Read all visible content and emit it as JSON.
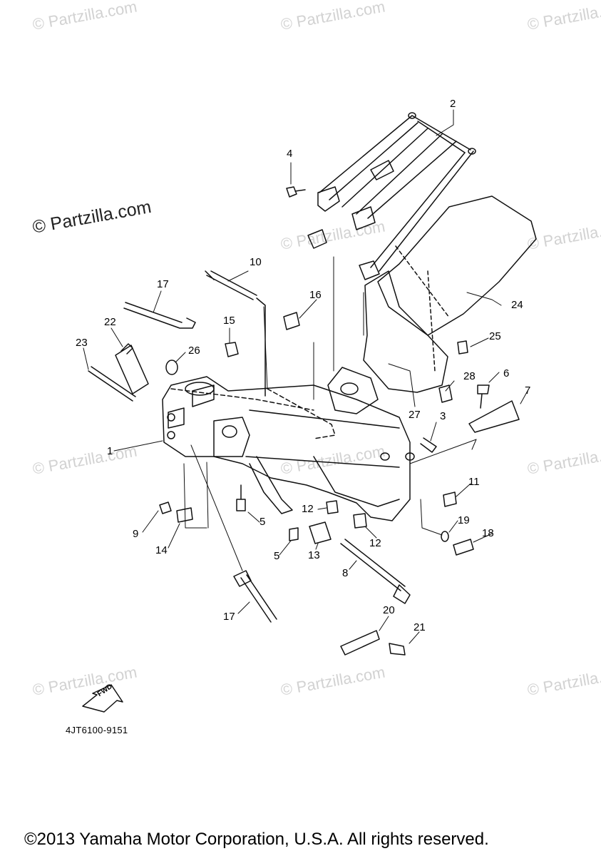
{
  "watermark": {
    "text": "© Partzilla.com"
  },
  "main_watermark": {
    "text": "© Partzilla.com"
  },
  "callouts": {
    "c1": "1",
    "c2": "2",
    "c3": "3",
    "c4": "4",
    "c5a": "5",
    "c5b": "5",
    "c6": "6",
    "c7": "7",
    "c8": "8",
    "c9": "9",
    "c10": "10",
    "c11": "11",
    "c12a": "12",
    "c12b": "12",
    "c13": "13",
    "c14": "14",
    "c15": "15",
    "c16": "16",
    "c17a": "17",
    "c17b": "17",
    "c18": "18",
    "c19": "19",
    "c20": "20",
    "c21": "21",
    "c22": "22",
    "c23": "23",
    "c24": "24",
    "c25": "25",
    "c26": "26",
    "c27": "27",
    "c28": "28"
  },
  "diagram_code": "4JT6100-9151",
  "fwd_label": "FWD",
  "copyright": "©2013 Yamaha Motor Corporation, U.S.A. All rights reserved."
}
